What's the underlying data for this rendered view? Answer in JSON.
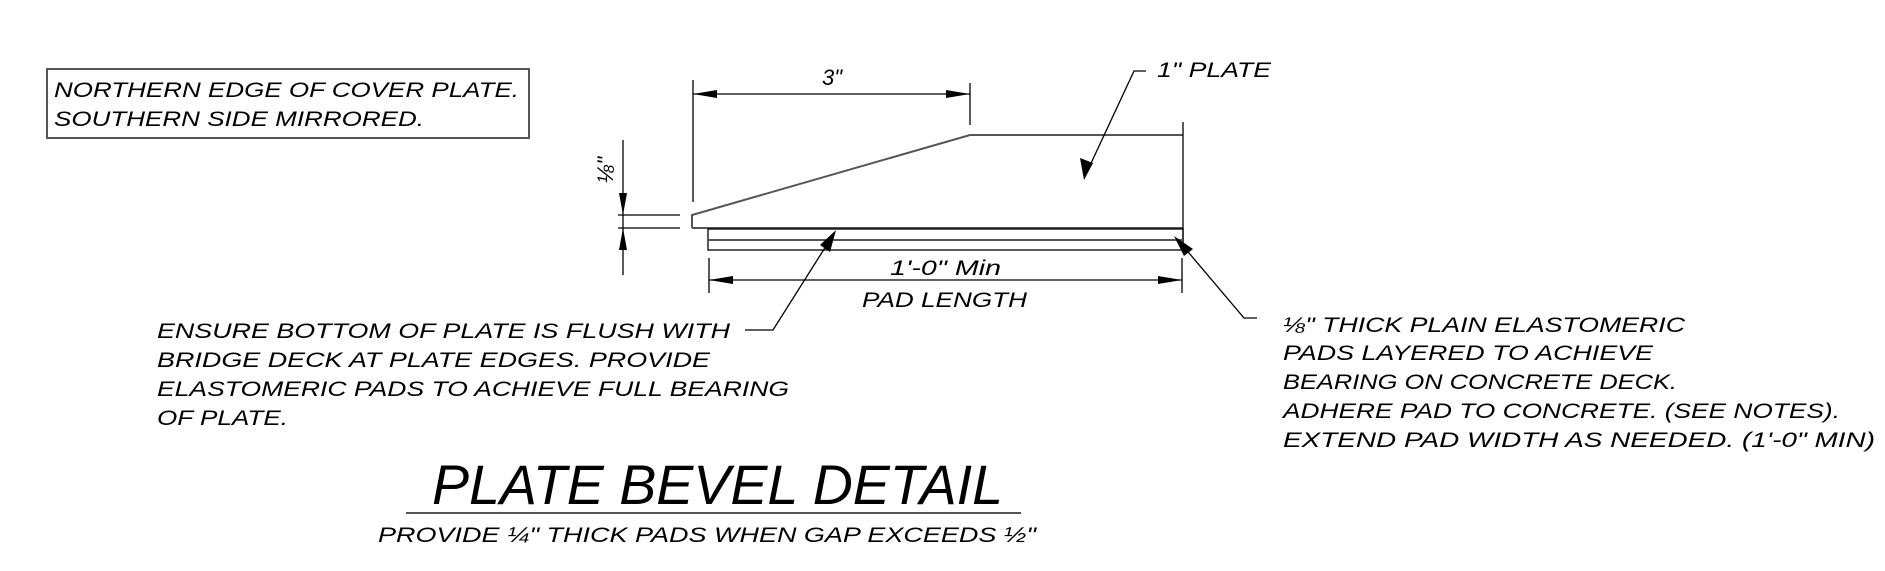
{
  "note_box": {
    "lines": [
      "NORTHERN EDGE OF COVER PLATE.",
      "SOUTHERN SIDE MIRRORED."
    ]
  },
  "dimensions": {
    "bevel_length": "3\"",
    "edge_thickness": "⅛\"",
    "pad_min": "1'-0\" Min",
    "pad_label": "PAD LENGTH"
  },
  "callouts": {
    "plate": "1\" PLATE",
    "flush_note": [
      "ENSURE BOTTOM OF PLATE IS FLUSH WITH",
      "BRIDGE DECK AT PLATE EDGES. PROVIDE",
      "ELASTOMERIC PADS TO ACHIEVE FULL BEARING",
      "OF PLATE."
    ],
    "pad_note": [
      "⅛\" THICK PLAIN ELASTOMERIC",
      "PADS LAYERED TO ACHIEVE",
      "BEARING ON CONCRETE DECK.",
      "ADHERE PAD TO CONCRETE. (SEE NOTES).",
      "EXTEND PAD WIDTH AS NEEDED. (1'-0\" MIN)"
    ]
  },
  "title": {
    "main": "PLATE BEVEL DETAIL",
    "subtitle": "PROVIDE ¼\" THICK PADS WHEN GAP EXCEEDS ½\""
  }
}
